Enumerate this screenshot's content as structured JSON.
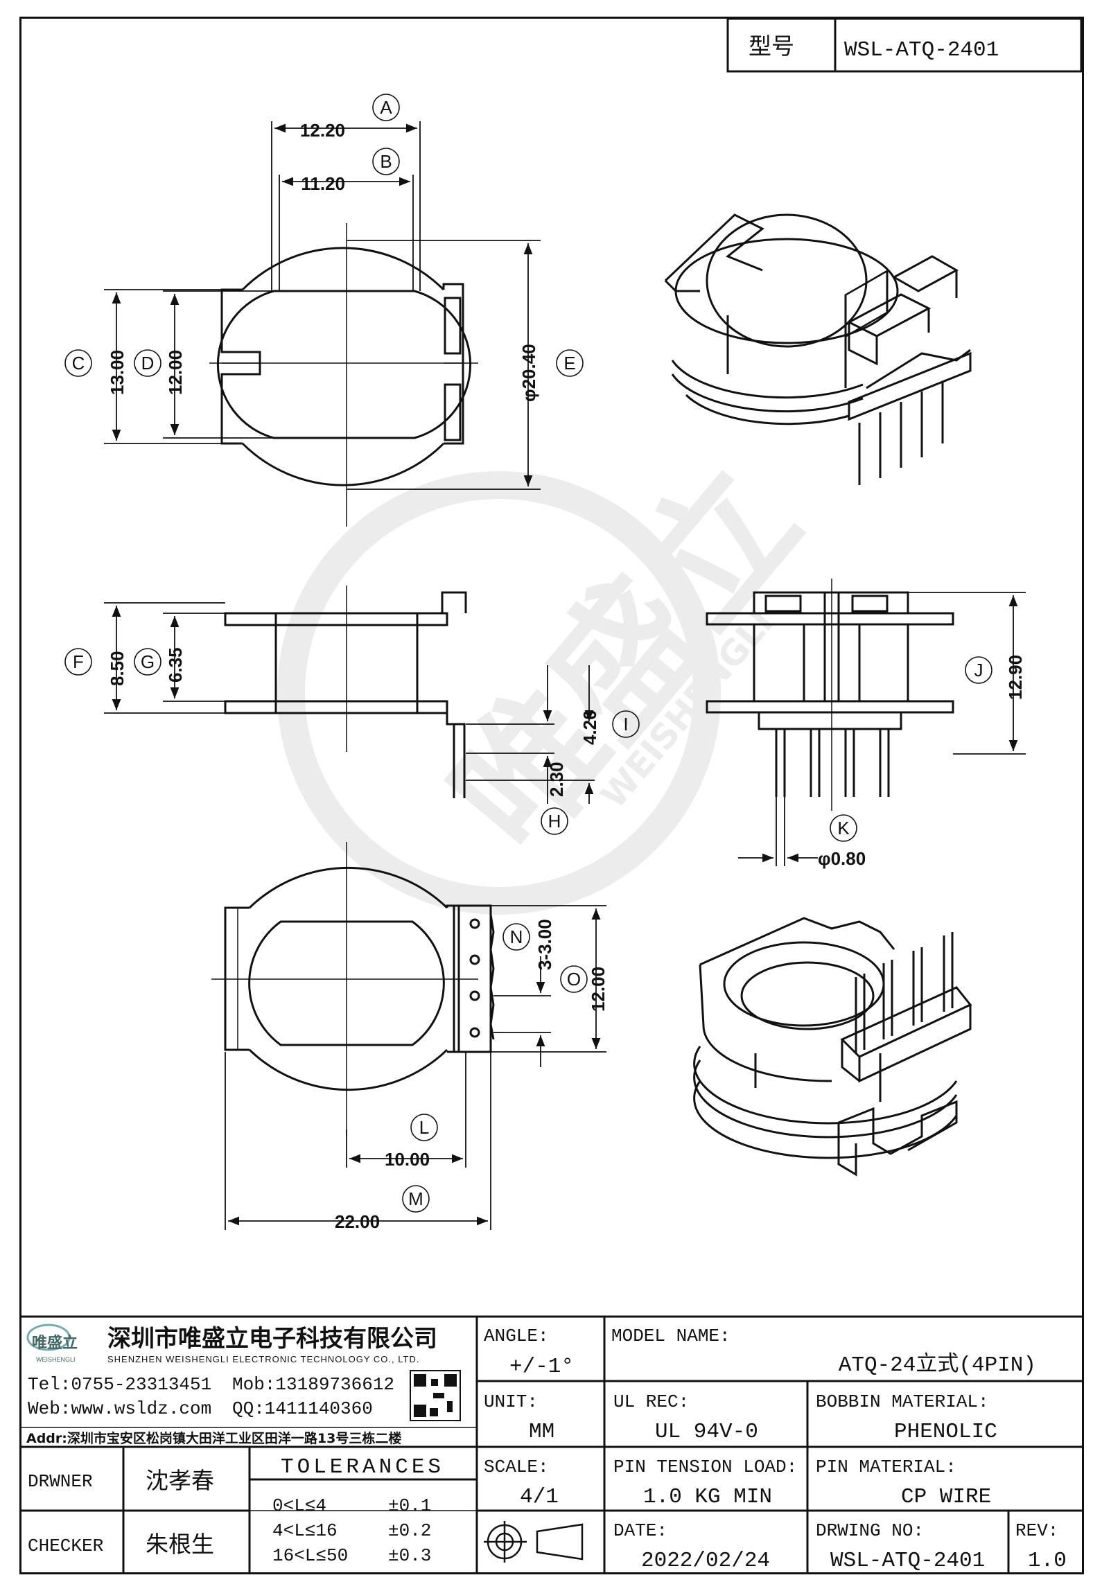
{
  "header": {
    "model_label": "型号",
    "model_value": "WSL-ATQ-2401"
  },
  "watermark": {
    "brand": "唯盛立",
    "brand_en": "WEISHENGLI"
  },
  "dimensions": {
    "A": {
      "label": "A",
      "value": "12.20"
    },
    "B": {
      "label": "B",
      "value": "11.20"
    },
    "C": {
      "label": "C",
      "value": "13.00"
    },
    "D": {
      "label": "D",
      "value": "12.00"
    },
    "E": {
      "label": "E",
      "value": "φ20.40"
    },
    "F": {
      "label": "F",
      "value": "8.50"
    },
    "G": {
      "label": "G",
      "value": "6.35"
    },
    "H": {
      "label": "H",
      "value": "2.30"
    },
    "I": {
      "label": "I",
      "value": "4.20"
    },
    "J": {
      "label": "J",
      "value": "12.90"
    },
    "K": {
      "label": "K",
      "value": "φ0.80"
    },
    "L": {
      "label": "L",
      "value": "10.00"
    },
    "M": {
      "label": "M",
      "value": "22.00"
    },
    "N": {
      "label": "N",
      "value": "3-3.00"
    },
    "O": {
      "label": "O",
      "value": "12.00"
    }
  },
  "title_block": {
    "company_cn": "深圳市唯盛立电子科技有限公司",
    "company_en": "SHENZHEN WEISHENGLI ELECTRONIC TECHNOLOGY CO., LTD.",
    "logo_text": "唯盛立",
    "logo_sub": "WEISHENGLI",
    "tel": "Tel:0755-23313451",
    "mob": "Mob:13189736612",
    "web": "Web:www.wsldz.com",
    "qq": "QQ:1411140360",
    "addr": "Addr:深圳市宝安区松岗镇大田洋工业区田洋一路13号三栋二楼",
    "angle_label": "ANGLE:",
    "angle_value": "+/-1°",
    "model_name_label": "MODEL NAME:",
    "model_name_value": "ATQ-24立式(4PIN)",
    "unit_label": "UNIT:",
    "unit_value": "MM",
    "ul_label": "UL REC:",
    "ul_value": "UL 94V-0",
    "bobbin_label": "BOBBIN MATERIAL:",
    "bobbin_value": "PHENOLIC",
    "drawer_label": "DRWNER",
    "drawer_value": "沈孝春",
    "checker_label": "CHECKER",
    "checker_value": "朱根生",
    "tolerances_label": "TOLERANCES",
    "tol_rows": [
      {
        "range": "0<L≤4",
        "tol": "±0.1"
      },
      {
        "range": "4<L≤16",
        "tol": "±0.2"
      },
      {
        "range": "16<L≤50",
        "tol": "±0.3"
      }
    ],
    "scale_label": "SCALE:",
    "scale_value": "4/1",
    "pin_tension_label": "PIN TENSION LOAD:",
    "pin_tension_value": "1.0 KG MIN",
    "pin_material_label": "PIN MATERIAL:",
    "pin_material_value": "CP WIRE",
    "date_label": "DATE:",
    "date_value": "2022/02/24",
    "drawing_no_label": "DRWING NO:",
    "drawing_no_value": "WSL-ATQ-2401",
    "rev_label": "REV:",
    "rev_value": "1.0"
  }
}
